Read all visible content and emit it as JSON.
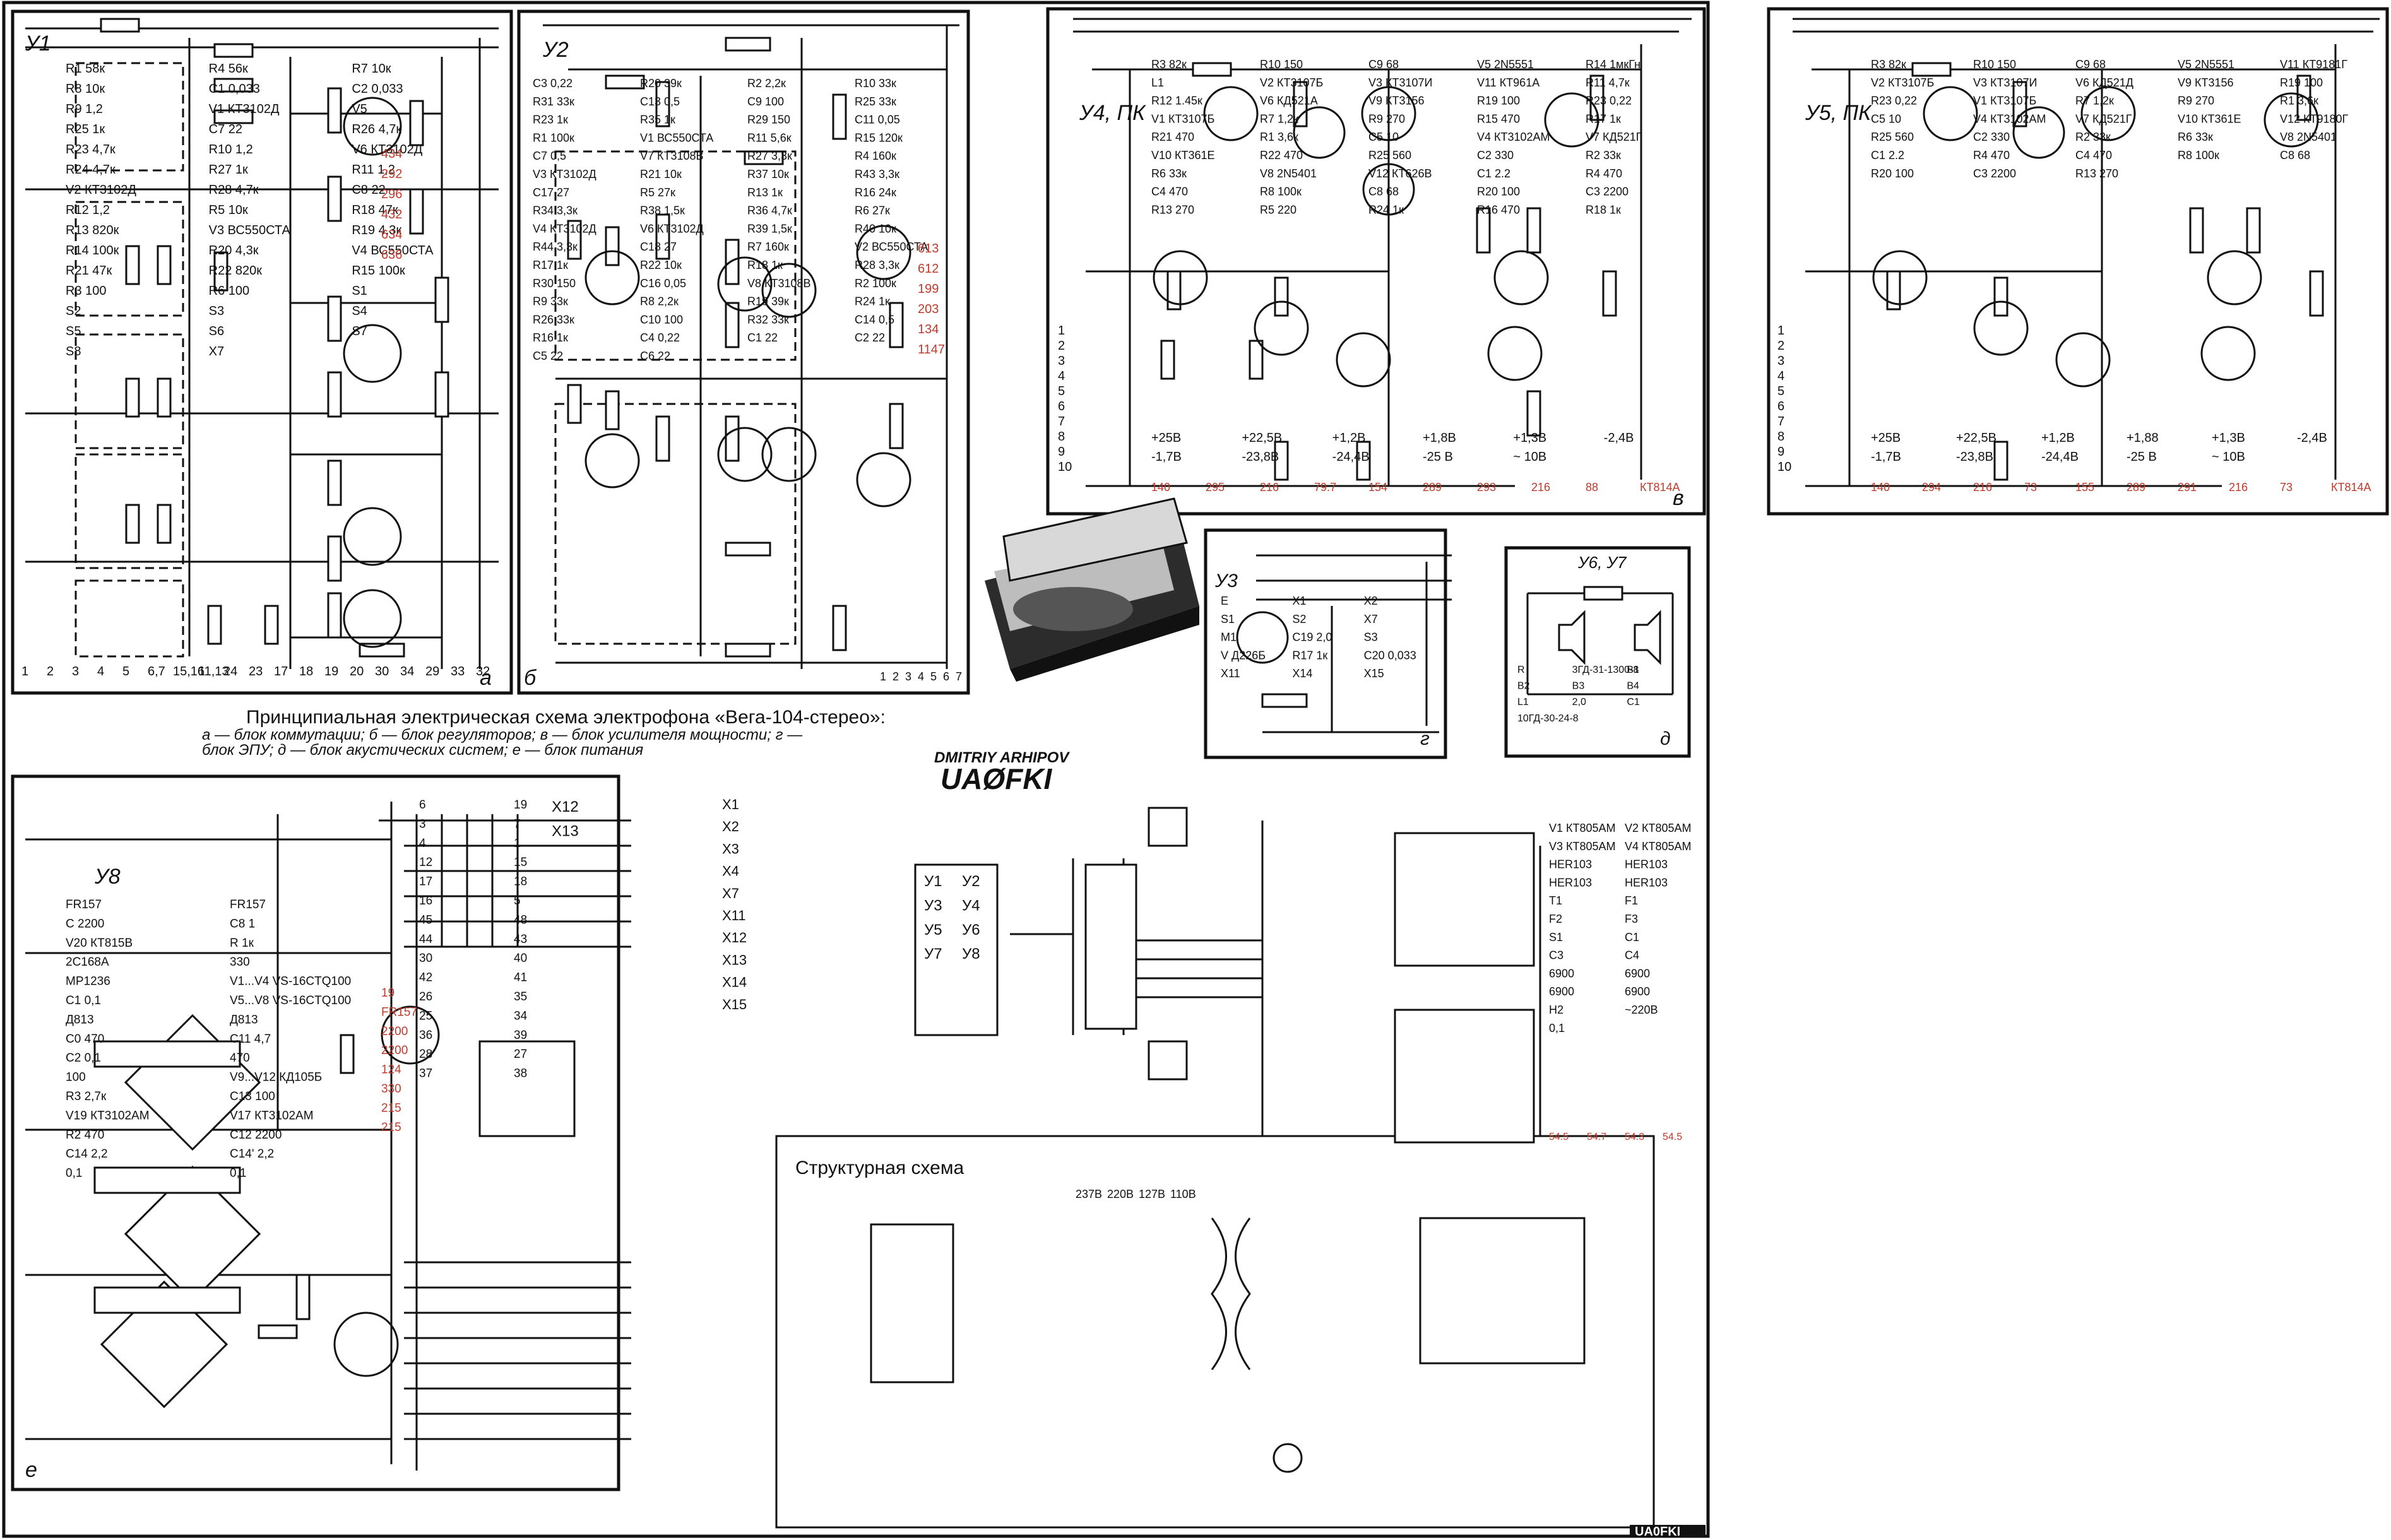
{
  "caption": {
    "line1": "Принципиальная электрическая схема электрофона «Вега-104-стерео»:",
    "line2": "а — блок коммутации; б — блок регуляторов; в — блок усилителя мощности; г —",
    "line3": "блок ЭПУ; д — блок акустических систем; е — блок питания"
  },
  "author": {
    "name": "DMITRIY ARHIPOV",
    "callsign": "UAØFKI",
    "corner_tag": "UA0FKI"
  },
  "panels": {
    "a": {
      "letter": "а",
      "unit": "У1",
      "components": [
        "R1 58к",
        "R4 56к",
        "R7 10к",
        "R8 10к",
        "C1 0,033",
        "C2 0,033",
        "R9 1,2",
        "V1 КТ3102Д",
        "V5",
        "R25 1к",
        "C7 22",
        "R26 4,7к",
        "R23 4,7к",
        "R10 1,2",
        "V6 КТ3102Д",
        "R24 4,7к",
        "R27 1к",
        "R11 1,2",
        "V2 КТ3102Д",
        "R28 4,7к",
        "C8 22",
        "R12 1,2",
        "R5 10к",
        "R18 47к",
        "R13 820к",
        "V3 ВС550СТА",
        "R19 4,3к",
        "R14 100к",
        "R20 4,3к",
        "V4 ВС550СТА",
        "R21 47к",
        "R22 820к",
        "R15 100к",
        "R3 100",
        "R6 100",
        "S1",
        "S2",
        "S3",
        "S4",
        "S5",
        "S6",
        "S7",
        "S8",
        "X7"
      ],
      "red_notes": [
        "434",
        "292",
        "296",
        "432",
        "634",
        "636"
      ],
      "pins": [
        "1",
        "2",
        "3",
        "4",
        "5",
        "6,7",
        "15,16",
        "11,13",
        "24",
        "23",
        "17",
        "18",
        "19",
        "20",
        "30",
        "34",
        "29",
        "33",
        "32"
      ]
    },
    "b": {
      "letter": "б",
      "unit": "У2",
      "components": [
        "C3 0,22",
        "R20 39к",
        "R2 2,2к",
        "R10 33к",
        "R31 33к",
        "C13 0,5",
        "C9 100",
        "R25 33к",
        "R23 1к",
        "R35 1к",
        "R29 150",
        "C11 0,05",
        "R1 100к",
        "V1 ВС550СТА",
        "R11 5,6к",
        "R15 120к",
        "C7 0,5",
        "V7 КТ3108В",
        "R27 3,3к",
        "R4 160к",
        "V3 КТ3102Д",
        "R21 10к",
        "R37 10к",
        "R43 3,3к",
        "C17 27",
        "R5 27к",
        "R13 1к",
        "R16 24к",
        "R34 3,3к",
        "R38 1,5к",
        "R36 4,7к",
        "R6 27к",
        "V4 КТ3102Д",
        "V6 КТ3102Д",
        "R39 1,5к",
        "R40 10к",
        "R44 3,3к",
        "C18 27",
        "R7 160к",
        "V2 ВС550СТА",
        "R17 1к",
        "R22 10к",
        "R18 1к",
        "R28 3,3к",
        "R30 150",
        "C16 0,05",
        "V8 КТ3108В",
        "R2 100к",
        "R9 33к",
        "R8 2,2к",
        "R19 39к",
        "R24 1к",
        "R26 33к",
        "C10 100",
        "R32 33к",
        "C14 0,5",
        "R16 1к",
        "C4 0,22",
        "C1 22",
        "C2 22",
        "C5 22",
        "C6 22"
      ],
      "red_notes": [
        "613",
        "612",
        "199",
        "203",
        "134",
        "1147"
      ],
      "pins": [
        "1",
        "2",
        "3",
        "4",
        "5",
        "6",
        "7"
      ]
    },
    "v": {
      "letter": "в",
      "unit": "У4, ПК",
      "components": [
        "R3 82к",
        "R10 150",
        "C9 68",
        "V5 2N5551",
        "R14 1мкГн",
        "L1",
        "V2 КТ3107Б",
        "V3 КТ3107И",
        "V11 КТ961А",
        "R11 4,7к",
        "R12 1.45к",
        "V6 КД521А",
        "V9 КТ3156",
        "R19 100",
        "R23 0,22",
        "V1 КТ3107Б",
        "R7 1,2к",
        "R9 270",
        "R15 470",
        "R17 1к",
        "R21 470",
        "R1 3,6к",
        "C5 10",
        "V4 КТ3102АМ",
        "V7 КД521Г",
        "V10 КТ361Е",
        "R22 470",
        "R25 560",
        "C2 330",
        "R2 33к",
        "R6 33к",
        "V8 2N5401",
        "V12 КТ626В",
        "C1 2.2",
        "R4 470",
        "C4 470",
        "R8 100к",
        "C8 68",
        "R20 100",
        "C3 2200",
        "R13 270",
        "R5 220",
        "R24 1к",
        "R16 470",
        "R18 1к"
      ],
      "voltages": [
        "+25В",
        "+22,5В",
        "+1,2В",
        "+1,8В",
        "+1,3В",
        "-2,4В",
        "-1,7В",
        "-23,8В",
        "-24,4В",
        "-25 В",
        "~ 10В"
      ],
      "red_notes": [
        "140",
        "295",
        "216",
        "79.7",
        "154",
        "289",
        "293",
        "216",
        "88",
        "КТ814А"
      ],
      "pins": [
        "1",
        "2",
        "3",
        "4",
        "5",
        "6",
        "7",
        "8",
        "9",
        "10"
      ]
    },
    "g": {
      "letter": "г",
      "unit": "У3",
      "components": [
        "E",
        "X1",
        "X2",
        "S1",
        "S2",
        "X7",
        "M1",
        "C19 2,0",
        "S3",
        "V Д226Б",
        "R17 1к",
        "C20 0,033",
        "X11",
        "X14",
        "X15"
      ]
    },
    "d": {
      "letter": "д",
      "unit": "У6, У7",
      "components": [
        "R",
        "3ГД-31-1300-8",
        "B1",
        "B2",
        "B3",
        "B4",
        "L1",
        "2,0",
        "C1",
        "10ГД-30-24-8"
      ]
    },
    "e": {
      "letter": "е",
      "unit": "У8",
      "components": [
        "FR157",
        "FR157",
        "C 2200",
        "C8 1",
        "V20 КТ815В",
        "R 1к",
        "2С168А",
        "330",
        "MP1236",
        "V1...V4 VS-16CTQ100",
        "C1 0,1",
        "V5...V8 VS-16CTQ100",
        "Д813",
        "Д813",
        "C0 470",
        "C11 4,7",
        "C2 0,1",
        "470",
        "100",
        "V9...V12 КД105Б",
        "R3 2,7к",
        "C13 100",
        "V19 КТ3102АМ",
        "V17 КТ3102АМ",
        "R2 470",
        "C12 2200",
        "C14 2,2",
        "C14' 2,2",
        "0,1",
        "0,1"
      ],
      "red_notes": [
        "19",
        "FR157",
        "2200",
        "2200",
        "124",
        "330",
        "215",
        "215"
      ],
      "pins": [
        "6",
        "19",
        "3",
        "7",
        "4",
        "1",
        "12",
        "15",
        "17",
        "18",
        "16",
        "5",
        "45",
        "48",
        "44",
        "43",
        "30",
        "40",
        "42",
        "41",
        "26",
        "35",
        "25",
        "34",
        "36",
        "39",
        "28",
        "27",
        "37",
        "38"
      ],
      "connectors": [
        "X12",
        "X13"
      ]
    },
    "u5": {
      "unit": "У5, ПК",
      "components": [
        "R3 82к",
        "R10 150",
        "C9 68",
        "V5 2N5551",
        "V11 КТ9181Г",
        "V2 КТ3107Б",
        "V3 КТ3107И",
        "V6 КД521Д",
        "V9 КТ3156",
        "R19 100",
        "R23 0,22",
        "V1 КТ3107Б",
        "R7 1,2к",
        "R9 270",
        "R1 3,6к",
        "C5 10",
        "V4 КТ3102АМ",
        "V7 КД521Г",
        "V10 КТ361Е",
        "V12 КТ9180Г",
        "R25 560",
        "C2 330",
        "R2 33к",
        "R6 33к",
        "V8 2N5401",
        "C1 2.2",
        "R4 470",
        "C4 470",
        "R8 100к",
        "C8 68",
        "R20 100",
        "C3 2200",
        "R13 270"
      ],
      "voltages": [
        "+25В",
        "+22,5В",
        "+1,2В",
        "+1,88",
        "+1,3В",
        "-2,4В",
        "-1,7В",
        "-23,8В",
        "-24,4В",
        "-25 В",
        "~ 10В"
      ],
      "red_notes": [
        "140",
        "294",
        "216",
        "73",
        "155",
        "289",
        "291",
        "216",
        "73",
        "КТ814А"
      ],
      "pins": [
        "1",
        "2",
        "3",
        "4",
        "5",
        "6",
        "7",
        "8",
        "9",
        "10"
      ]
    },
    "structural": {
      "title": "Структурная схема",
      "blocks": [
        "У1",
        "У2",
        "У3",
        "У4",
        "У5",
        "У6",
        "У7",
        "У8"
      ],
      "connectors": [
        "X1",
        "X2",
        "X3",
        "X4",
        "X7",
        "X11",
        "X12",
        "X13",
        "X14",
        "X15"
      ],
      "components": [
        "V1 КТ805АМ",
        "V2 КТ805АМ",
        "V3 КТ805АМ",
        "V4 КТ805АМ",
        "HER103",
        "HER103",
        "HER103",
        "HER103",
        "T1",
        "F1",
        "F2",
        "F3",
        "S1",
        "C1",
        "C3",
        "C4",
        "6900",
        "6900",
        "6900",
        "6900",
        "H2",
        "~220В",
        "0,1"
      ],
      "taps": [
        "237В",
        "220В",
        "127В",
        "110В"
      ],
      "red_notes": [
        "54.5",
        "54.7",
        "54.3",
        "54.5"
      ]
    }
  }
}
